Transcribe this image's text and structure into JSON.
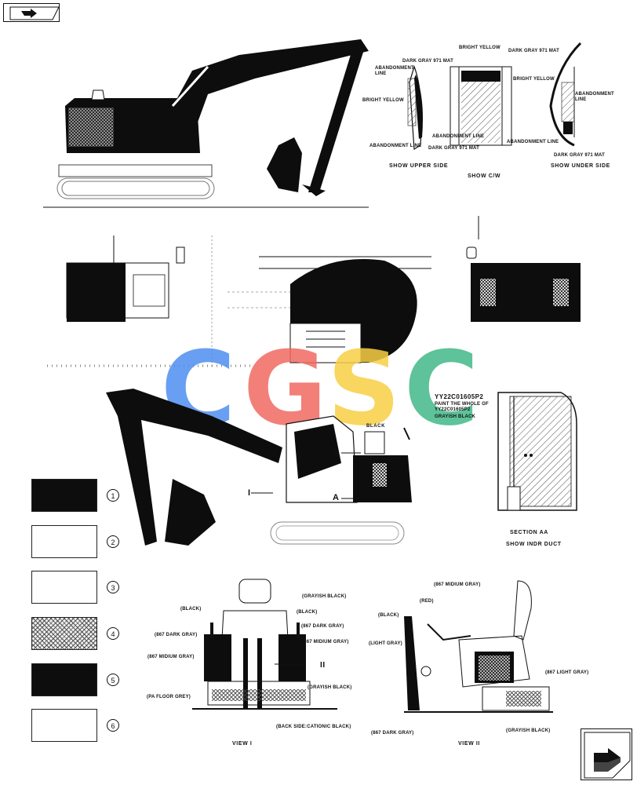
{
  "colors": {
    "paint_black": "#0d0d0d",
    "hatch": "#666666",
    "watermark_blue": "#4f8ff0",
    "watermark_red": "#f06a62",
    "watermark_yellow": "#f7cf45",
    "watermark_green": "#43b889"
  },
  "nav": {
    "prev_icon": "arrow-next-icon",
    "next_icon": "arrow-next-icon"
  },
  "watermark": {
    "letters": [
      "C",
      "G",
      "S",
      "C"
    ]
  },
  "top_views": {
    "labels": {
      "bright_yellow_top": "BRIGHT YELLOW",
      "dark_gray_mat_left": "DARK GRAY 971 MAT",
      "dark_gray_mat_right": "DARK GRAY 971 MAT",
      "abandonment_line_left": "ABANDONMENT LINE",
      "bright_yellow_left": "BRIGHT YELLOW",
      "bright_yellow_right": "BRIGHT YELLOW",
      "abandonment_line_right": "ABANDONMENT LINE",
      "abandonment_line_bottom_left": "ABANDONMENT LINE",
      "abandonment_line_mid": "ABANDONMENT LINE",
      "abandonment_line_mid2": "ABANDONMENT LINE",
      "dark_gray_mat_bottom_mid": "DARK GRAY 971 MAT",
      "dark_gray_mat_bottom_right": "DARK GRAY 971 MAT"
    },
    "captions": {
      "upper": "SHOW UPPER SIDE",
      "cw": "SHOW C/W",
      "under": "SHOW UNDER SIDE"
    }
  },
  "section_aa": {
    "part_no": "YY22C01605P2",
    "note_line1": "PAINT THE WHOLE OF",
    "note_line2": "YY22C01605P2",
    "color_label": "GRAYISH BLACK",
    "caption1": "SECTION AA",
    "caption2": "SHOW INDR DUCT"
  },
  "side_view": {
    "black_label": "BLACK",
    "section_mark_top": "A",
    "section_mark_bottom": "A",
    "view_mark": "I"
  },
  "legend": [
    {
      "num": "1",
      "pattern": "solid"
    },
    {
      "num": "2",
      "pattern": "blank"
    },
    {
      "num": "3",
      "pattern": "blank"
    },
    {
      "num": "4",
      "pattern": "crosshatch"
    },
    {
      "num": "5",
      "pattern": "solid"
    },
    {
      "num": "6",
      "pattern": "blank"
    }
  ],
  "view1": {
    "labels": {
      "grayish_black_top": "(GRAYISH BLACK)",
      "black_left": "(BLACK)",
      "black_right": "(BLACK)",
      "dark_gray_left": "(867 DARK GRAY)",
      "dark_gray_right": "(867 DARK GRAY)",
      "medium_gray_left": "(867 MIDIUM GRAY)",
      "medium_gray_right": "(867 MIDIUM GRAY)",
      "grayish_black_bottom": "(GRAYISH BLACK)",
      "floor": "(PA FLOOR GREY)",
      "back_side": "(BACK SIDE:CATIONIC BLACK)"
    },
    "arrow_mark": "II",
    "caption": "VIEW I"
  },
  "view2": {
    "labels": {
      "medium_gray": "(867 MIDIUM GRAY)",
      "red": "(RED)",
      "black": "(BLACK)",
      "light_gray_left": "(LIGHT GRAY)",
      "light_gray_right": "(867 LIGHT GRAY)",
      "dark_gray": "(867 DARK GRAY)",
      "grayish_black": "(GRAYISH BLACK)"
    },
    "caption": "VIEW II"
  }
}
